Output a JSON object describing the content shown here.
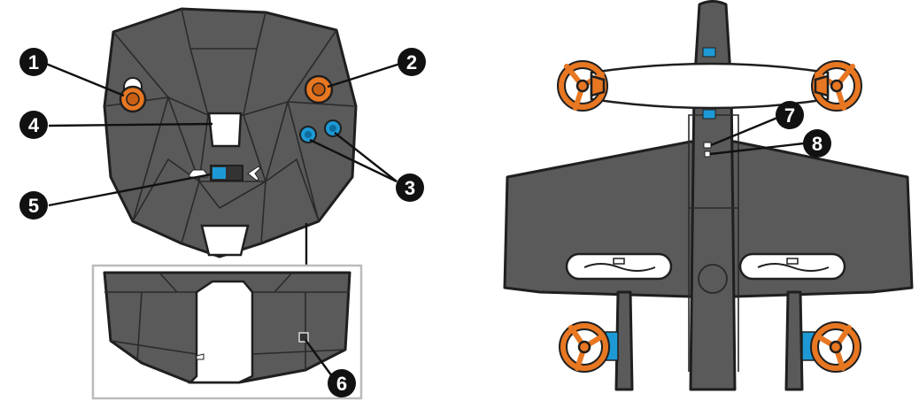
{
  "diagram": {
    "callouts": [
      {
        "id": "c1",
        "label": "1"
      },
      {
        "id": "c2",
        "label": "2"
      },
      {
        "id": "c3",
        "label": "3"
      },
      {
        "id": "c4",
        "label": "4"
      },
      {
        "id": "c5",
        "label": "5"
      },
      {
        "id": "c6",
        "label": "6"
      },
      {
        "id": "c7",
        "label": "7"
      },
      {
        "id": "c8",
        "label": "8"
      }
    ],
    "colors": {
      "body": "#5a5a5a",
      "outline": "#1f1f1f",
      "accent_orange": "#e87722",
      "accent_blue": "#1d9ad6",
      "callout_bg": "#111111",
      "inset_frame": "#bbbbbb"
    },
    "parts": {
      "left_joystick": "joystick-icon",
      "right_joystick": "joystick-icon",
      "buttons": "round-button-icon",
      "mode_switch": "toggle-switch-icon",
      "car_mode": "car-icon",
      "plane_mode": "airplane-icon",
      "charge_port": "usb-port-icon",
      "propellers": "propeller-icon"
    }
  }
}
